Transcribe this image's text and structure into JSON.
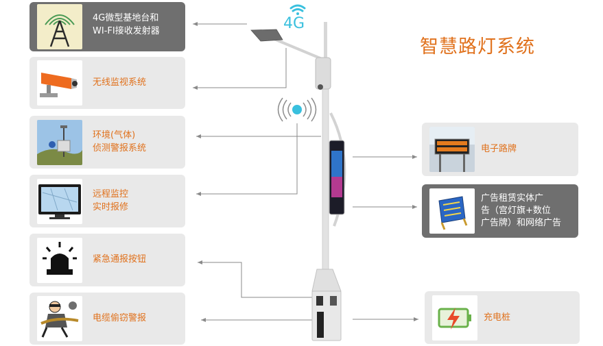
{
  "title": "智慧路灯系统",
  "badge_4g": "4G",
  "left_cards": [
    {
      "line1": "4G微型基地台和",
      "line2": "WI-FI接收发射器"
    },
    {
      "line1": "无线监视系统",
      "line2": ""
    },
    {
      "line1": "环境(气体)",
      "line2": "侦测警报系统"
    },
    {
      "line1": "远程监控",
      "line2": "实时报修"
    },
    {
      "line1": "紧急通报按钮",
      "line2": ""
    },
    {
      "line1": "电缆偷窃警报",
      "line2": ""
    }
  ],
  "right_cards": [
    {
      "line1": "电子路牌",
      "line2": "",
      "line3": ""
    },
    {
      "line1": "广告租赁实体广",
      "line2": "告（宫灯旗+数位",
      "line3": "广告牌）和网络广告"
    },
    {
      "line1": "充电桩",
      "line2": "",
      "line3": ""
    }
  ],
  "colors": {
    "accent": "#e0711c",
    "card": "#e9e9e9",
    "card_dark": "#6f6f6f",
    "line": "#8a8a8a",
    "signal": "#39c0de"
  }
}
